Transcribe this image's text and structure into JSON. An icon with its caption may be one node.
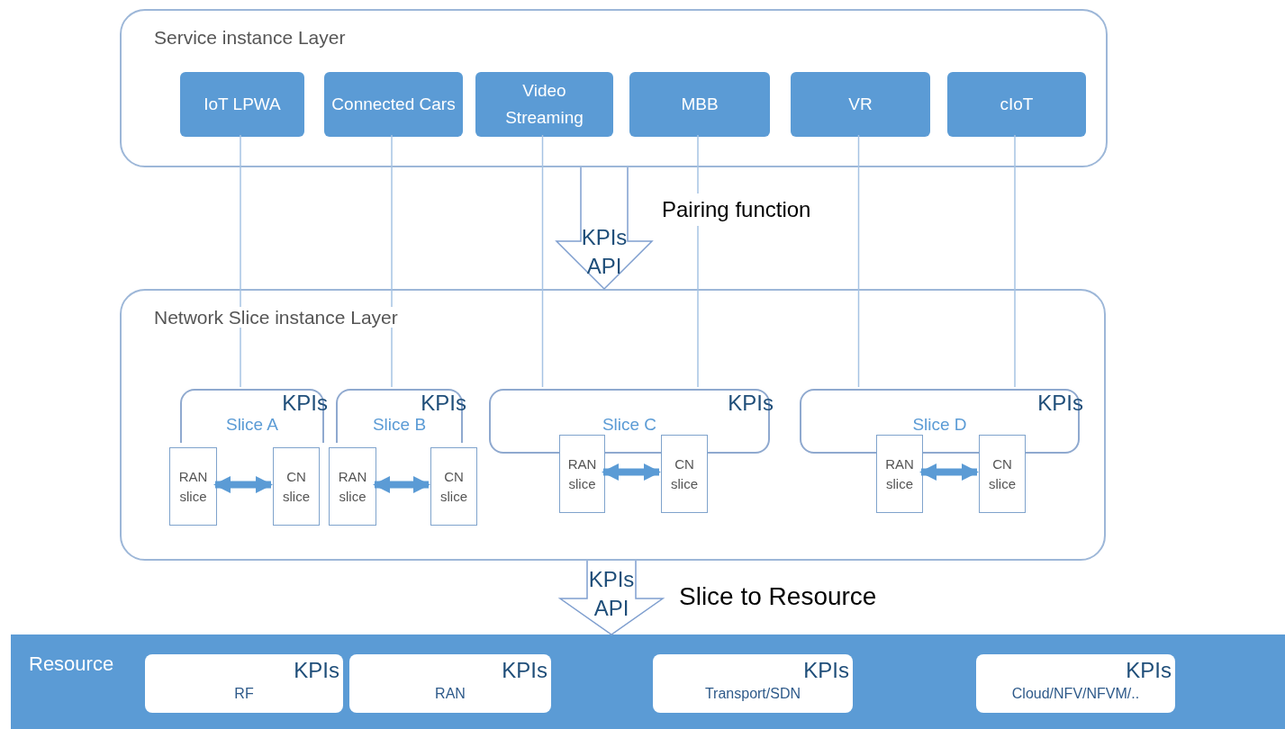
{
  "diagram": {
    "nodes": [
      {
        "text": [
          "Service instance Layer"
        ]
      },
      {
        "text": [
          "IoT LPWA"
        ],
        "in": 0
      },
      {
        "text": [
          "Connected Cars"
        ],
        "in": 0
      },
      {
        "text": [
          "Video Streaming"
        ],
        "in": 0
      },
      {
        "text": [
          "MBB"
        ],
        "in": 0
      },
      {
        "text": [
          "VR"
        ],
        "in": 0
      },
      {
        "text": [
          "cIoT"
        ],
        "in": 0
      },
      {
        "text": [
          "Network Slice instance Layer"
        ]
      },
      {
        "text": [
          "KPIs",
          "Slice A"
        ],
        "in": 7
      },
      {
        "text": [
          "RAN slice"
        ],
        "in": 7
      },
      {
        "text": [
          "CN slice"
        ],
        "in": 7
      },
      {
        "text": [
          "KPIs",
          "Slice B"
        ],
        "in": 7
      },
      {
        "text": [
          "RAN slice"
        ],
        "in": 7
      },
      {
        "text": [
          "CN slice"
        ],
        "in": 7
      },
      {
        "text": [
          "KPIs",
          "Slice C"
        ],
        "in": 7
      },
      {
        "text": [
          "RAN slice"
        ],
        "in": 7
      },
      {
        "text": [
          "CN slice"
        ],
        "in": 7
      },
      {
        "text": [
          "KPIs",
          "Slice D"
        ],
        "in": 7
      },
      {
        "text": [
          "RAN slice"
        ],
        "in": 7
      },
      {
        "text": [
          "CN slice"
        ],
        "in": 7
      },
      {
        "text": [
          "Resource"
        ]
      },
      {
        "text": [
          "KPIs",
          "RF"
        ],
        "in": 20
      },
      {
        "text": [
          "KPIs",
          "RAN"
        ],
        "in": 20
      },
      {
        "text": [
          "KPIs",
          "Transport/SDN"
        ],
        "in": 20
      },
      {
        "text": [
          "KPIs",
          "Cloud/NFV/NFVM/.."
        ],
        "in": 20
      }
    ],
    "edges": [
      {
        "from": 1,
        "to": 8,
        "arrow": "none"
      },
      {
        "from": 2,
        "to": 11,
        "arrow": "none"
      },
      {
        "from": 3,
        "to": 14,
        "arrow": "none"
      },
      {
        "from": 4,
        "to": 14,
        "arrow": "none"
      },
      {
        "from": 5,
        "to": 17,
        "arrow": "none"
      },
      {
        "from": 6,
        "to": 17,
        "arrow": "none"
      },
      {
        "from": 9,
        "to": 10,
        "arrow": "both",
        "style": "thick",
        "color": "#5b9bd5"
      },
      {
        "from": 12,
        "to": 13,
        "arrow": "both",
        "style": "thick",
        "color": "#5b9bd5"
      },
      {
        "from": 15,
        "to": 16,
        "arrow": "both",
        "style": "thick",
        "color": "#5b9bd5"
      },
      {
        "from": 18,
        "to": 19,
        "arrow": "both",
        "style": "thick",
        "color": "#5b9bd5"
      },
      {
        "from": 0,
        "to": 7,
        "arrow": "to",
        "label": "KPIs API"
      },
      {
        "from": 7,
        "to": 20,
        "arrow": "to",
        "label": "KPIs API"
      }
    ],
    "labels": [
      "Pairing function",
      "Slice to Resource"
    ]
  }
}
